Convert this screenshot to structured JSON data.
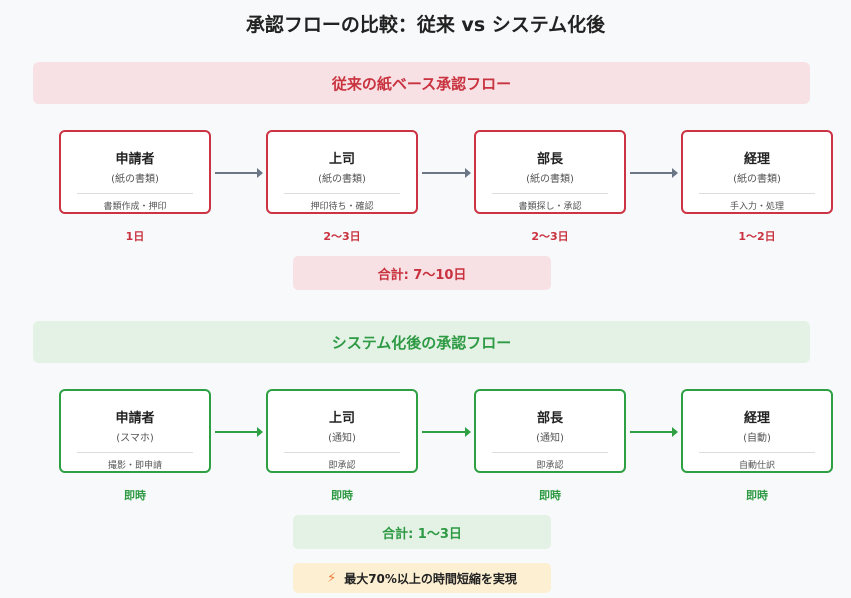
{
  "title": "承認フローの比較：従来 vs システム化後",
  "paper_flow": {
    "heading": "従来の紙ベース承認フロー",
    "steps": [
      {
        "role": "申請者",
        "medium": "(紙の書類)",
        "action": "書類作成・押印",
        "duration": "1日"
      },
      {
        "role": "上司",
        "medium": "(紙の書類)",
        "action": "押印待ち・確認",
        "duration": "2〜3日"
      },
      {
        "role": "部長",
        "medium": "(紙の書類)",
        "action": "書類探し・承認",
        "duration": "2〜3日"
      },
      {
        "role": "経理",
        "medium": "(紙の書類)",
        "action": "手入力・処理",
        "duration": "1〜2日"
      }
    ],
    "total": "合計: 7〜10日"
  },
  "system_flow": {
    "heading": "システム化後の承認フロー",
    "steps": [
      {
        "role": "申請者",
        "medium": "(スマホ)",
        "action": "撮影・即申請",
        "duration": "即時"
      },
      {
        "role": "上司",
        "medium": "(通知)",
        "action": "即承認",
        "duration": "即時"
      },
      {
        "role": "部長",
        "medium": "(通知)",
        "action": "即承認",
        "duration": "即時"
      },
      {
        "role": "経理",
        "medium": "(自動)",
        "action": "自動仕訳",
        "duration": "即時"
      }
    ],
    "total": "合計: 1〜3日"
  },
  "highlight": {
    "icon": "lightning-icon",
    "text": "最大70%以上の時間短縮を実現"
  },
  "colors": {
    "paper": "#cc3444",
    "system": "#2ea043",
    "highlight_bg": "#fcefd2"
  }
}
